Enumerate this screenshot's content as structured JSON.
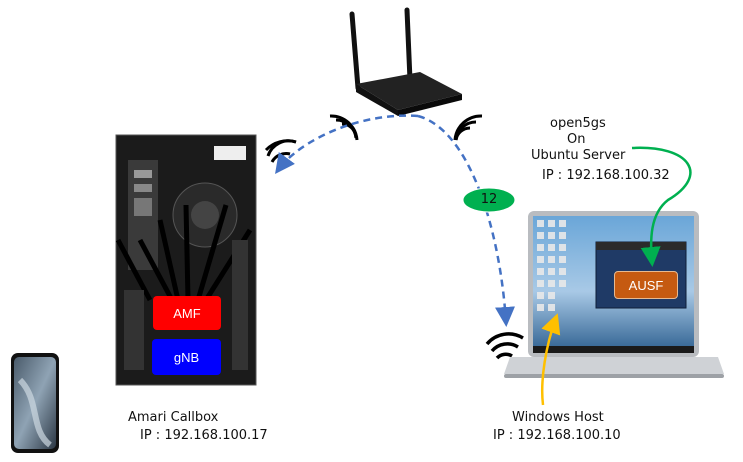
{
  "link_badge": "12",
  "components": {
    "amf": "AMF",
    "gnb": "gNB",
    "ausf": "AUSF"
  },
  "callbox": {
    "name": "Amari Callbox",
    "ip": "IP : 192.168.100.17"
  },
  "host": {
    "name": "Windows Host",
    "ip": "IP : 192.168.100.10"
  },
  "core": {
    "line1": "open5gs",
    "line2": "On",
    "line3": "Ubuntu Server",
    "ip": "IP : 192.168.100.32"
  },
  "colors": {
    "amf": "#ff0000",
    "gnb": "#0000ff",
    "ausf": "#c55a11",
    "link": "#4472c4",
    "badge": "#00b050",
    "core_arrow": "#00b050",
    "host_arrow": "#ffc000"
  }
}
